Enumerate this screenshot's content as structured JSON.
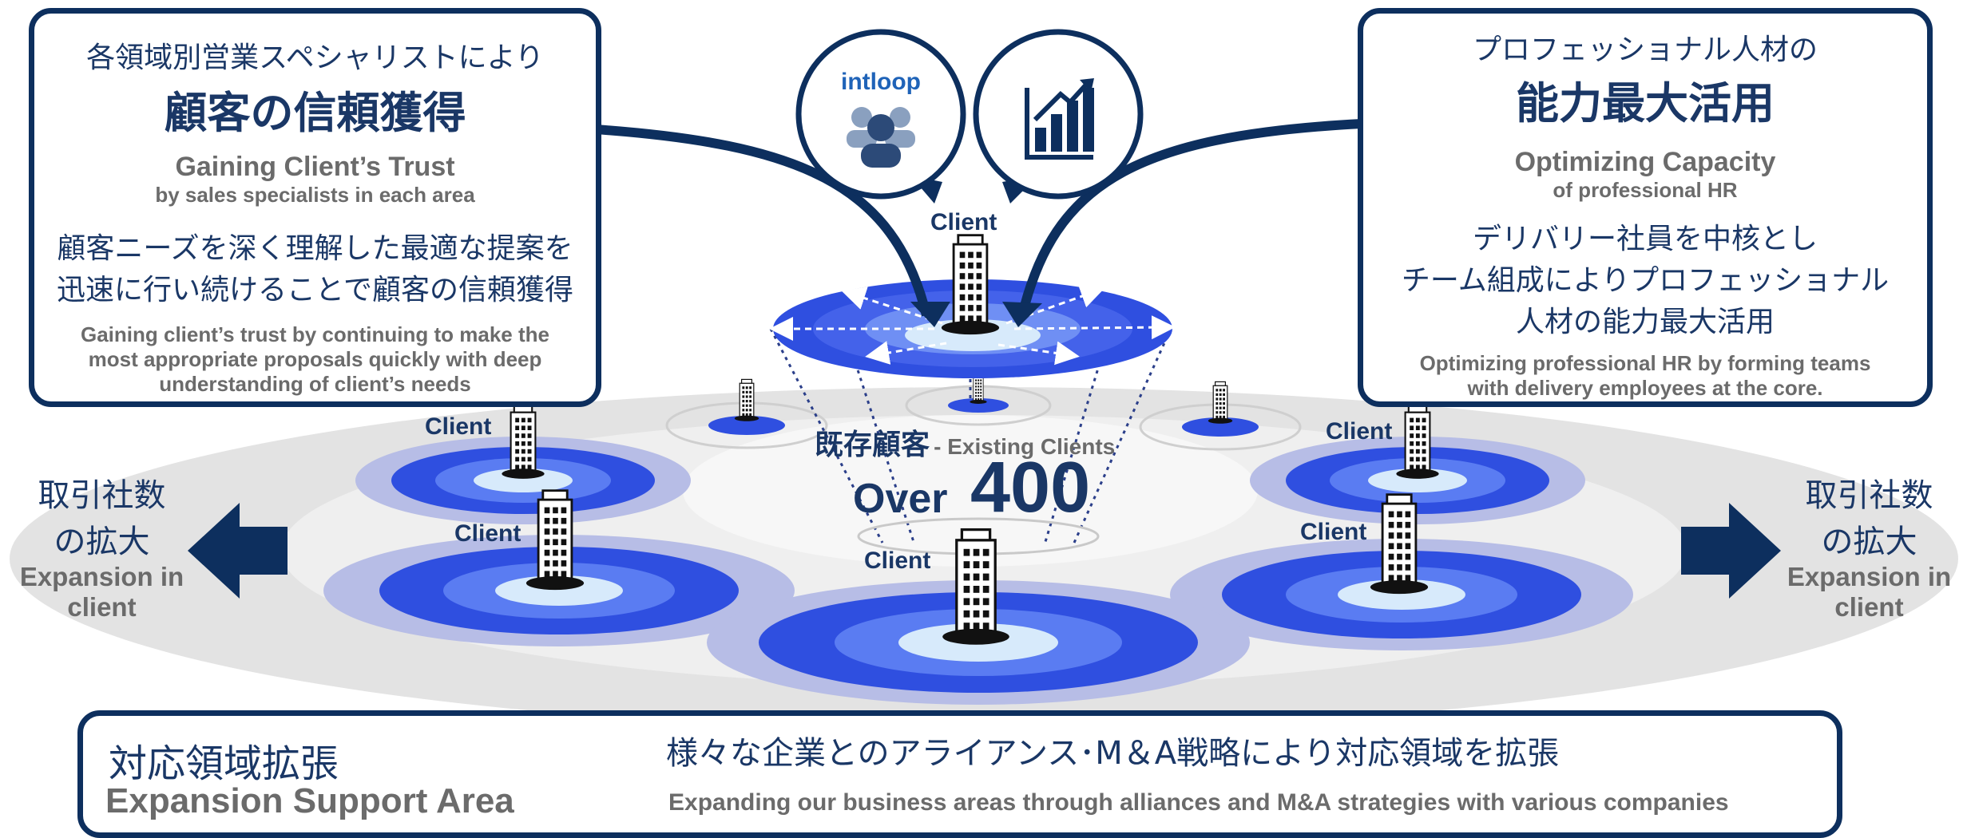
{
  "brand": {
    "logo_text": "intloop"
  },
  "left_box": {
    "jp_small": "各領域別営業スペシャリストにより",
    "jp_big": "顧客の信頼獲得",
    "en_title": "Gaining Client’s Trust",
    "en_sub": "by sales specialists in each area",
    "jp_desc_1": "顧客ニーズを深く理解した最適な提案を",
    "jp_desc_2": "迅速に行い続けることで顧客の信頼獲得",
    "en_desc_1": "Gaining client’s trust by continuing to make the",
    "en_desc_2": "most appropriate proposals quickly with deep",
    "en_desc_3": "understanding of client’s needs"
  },
  "right_box": {
    "jp_small": "プロフェッショナル人材の",
    "jp_big": "能力最大活用",
    "en_title": "Optimizing Capacity",
    "en_sub": "of professional HR",
    "jp_desc_1": "デリバリー社員を中核とし",
    "jp_desc_2": "チーム組成によりプロフェッショナル",
    "jp_desc_3": "人材の能力最大活用",
    "en_desc_1": "Optimizing professional HR by forming teams",
    "en_desc_2": "with delivery employees at the core."
  },
  "center": {
    "existing_jp": "既存顧客",
    "existing_en": "- Existing Clients",
    "over_label": "Over",
    "count": "400"
  },
  "client_label": "Client",
  "left_expansion": {
    "jp_1": "取引社数",
    "jp_2": "の拡大",
    "en_1": "Expansion in",
    "en_2": "client"
  },
  "right_expansion": {
    "jp_1": "取引社数",
    "jp_2": "の拡大",
    "en_1": "Expansion in",
    "en_2": "client"
  },
  "bottom_box": {
    "jp_title": "対応領域拡張",
    "en_title": "Expansion Support Area",
    "jp_desc": "様々な企業とのアライアンス･M＆A戦略により対応領域を拡張",
    "en_desc": "Expanding our business areas through alliances and M&A strategies with various companies"
  },
  "colors": {
    "navy": "#0d2f5e",
    "blue": "#2f4fe0",
    "gray_text": "#6b6b6b",
    "platform": "#dcdcdc"
  }
}
